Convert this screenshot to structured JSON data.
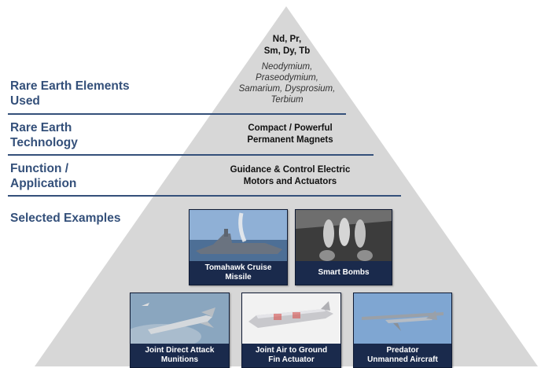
{
  "colors": {
    "pyramid": "#d7d7d7",
    "label": "#34507a",
    "divider": "#34507a",
    "caption_bg": "#1a2a4c"
  },
  "apex": {
    "symbols": [
      "Nd, Pr,",
      "Sm, Dy, Tb"
    ],
    "names": [
      "Neodymium,",
      "Praseodymium,",
      "Samarium, Dysprosium,",
      "Terbium"
    ]
  },
  "rows": [
    {
      "label": [
        "Rare Earth Elements",
        "Used"
      ]
    },
    {
      "label": [
        "Rare Earth",
        "Technology"
      ],
      "content": [
        "Compact / Powerful",
        "Permanent Magnets"
      ]
    },
    {
      "label": [
        "Function /",
        "Application"
      ],
      "content": [
        "Guidance & Control Electric",
        "Motors and Actuators"
      ]
    },
    {
      "label": [
        "Selected Examples"
      ]
    }
  ],
  "examples": [
    {
      "caption": [
        "Tomahawk Cruise",
        "Missile"
      ],
      "image": "ship-launching-missile-photo"
    },
    {
      "caption": [
        "Smart Bombs"
      ],
      "image": "bombs-under-aircraft-photo"
    },
    {
      "caption": [
        "Joint Direct Attack",
        "Munitions"
      ],
      "image": "guided-bomb-in-flight-photo"
    },
    {
      "caption": [
        "Joint Air to Ground",
        "Fin Actuator"
      ],
      "image": "missile-cutaway-photo"
    },
    {
      "caption": [
        "Predator",
        "Unmanned Aircraft"
      ],
      "image": "drone-in-flight-photo"
    }
  ]
}
